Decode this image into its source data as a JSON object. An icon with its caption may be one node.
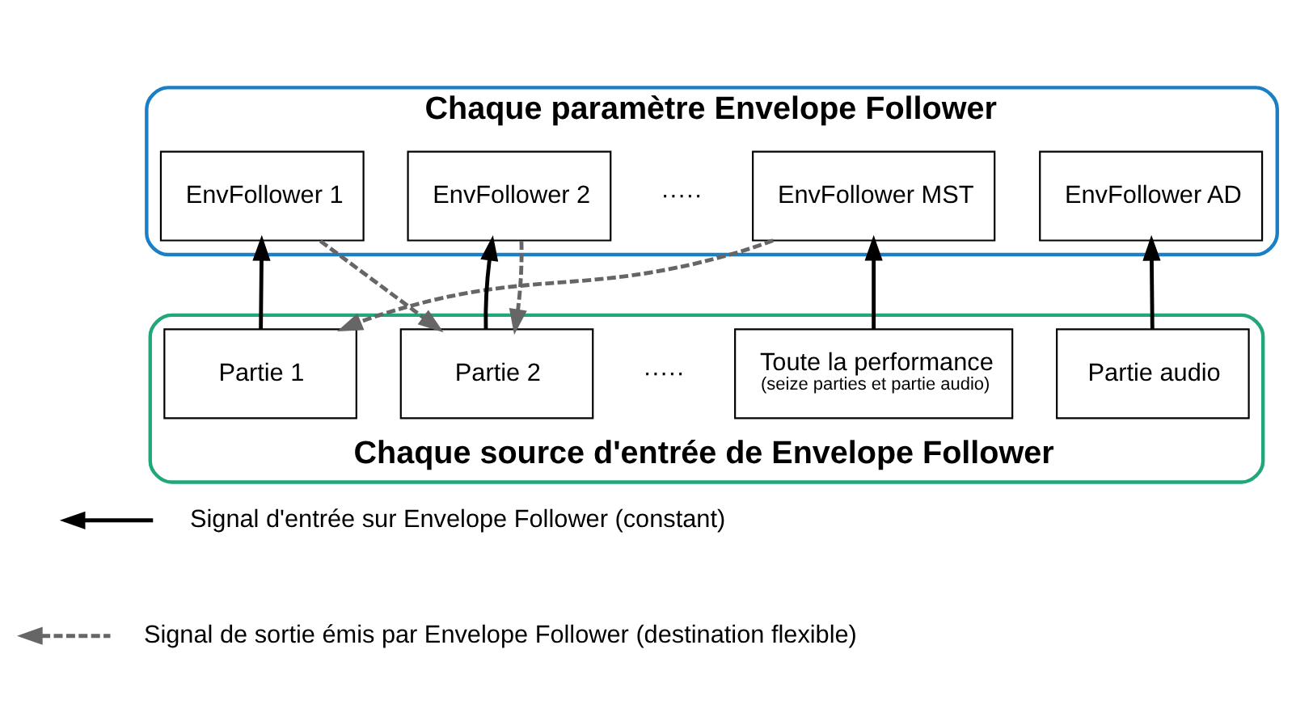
{
  "diagram": {
    "nodes": [
      {
        "text": [
          "Chaque paramètre Envelope Follower"
        ]
      },
      {
        "text": [
          "EnvFollower 1"
        ],
        "in": 0
      },
      {
        "text": [
          "EnvFollower 2"
        ],
        "in": 0
      },
      {
        "text": [
          "EnvFollower MST"
        ],
        "in": 0
      },
      {
        "text": [
          "EnvFollower AD"
        ],
        "in": 0
      },
      {
        "text": [
          "Chaque source d'entrée de Envelope Follower"
        ]
      },
      {
        "text": [
          "Partie 1"
        ],
        "in": 5
      },
      {
        "text": [
          "Partie 2"
        ],
        "in": 5
      },
      {
        "text": [
          "Toute la performance",
          "(seize parties et partie audio)"
        ],
        "in": 5
      },
      {
        "text": [
          "Partie audio"
        ],
        "in": 5
      }
    ],
    "edges": [
      {
        "from": 6,
        "to": 1,
        "arrow": "to"
      },
      {
        "from": 1,
        "to": 7,
        "arrow": "to",
        "style": "dashed",
        "color": "#666666"
      },
      {
        "from": 2,
        "to": 7,
        "arrow": "to",
        "style": "dashed",
        "color": "#666666"
      },
      {
        "from": 7,
        "to": 2,
        "arrow": "to"
      },
      {
        "from": 3,
        "to": 6,
        "arrow": "to",
        "style": "dashed",
        "color": "#666666"
      },
      {
        "from": 8,
        "to": 3,
        "arrow": "to"
      },
      {
        "from": 9,
        "to": 4,
        "arrow": "to"
      }
    ],
    "labels": [
      "·····",
      "·····"
    ],
    "legend": [
      {
        "text": "Signal d'entrée sur Envelope Follower (constant)"
      },
      {
        "text": "Signal de sortie émis par Envelope Follower (destination flexible)"
      }
    ]
  }
}
